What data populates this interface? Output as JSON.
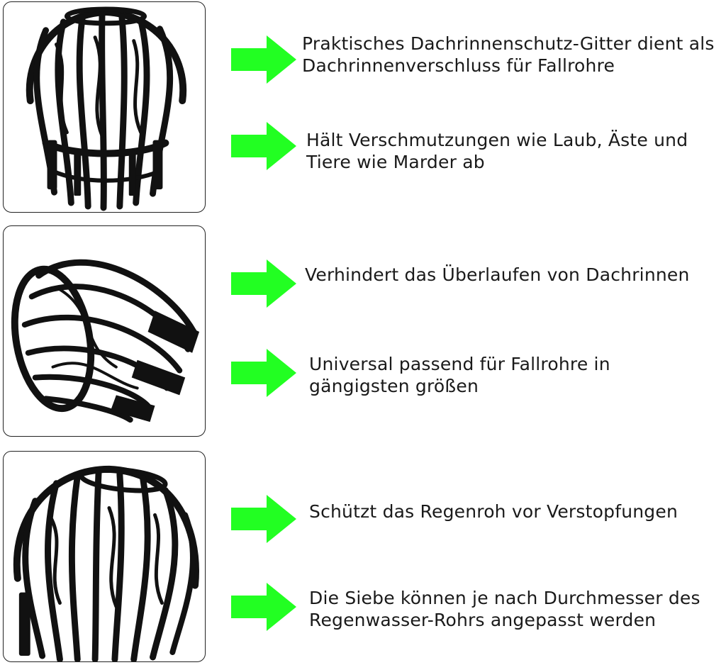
{
  "colors": {
    "arrow": "#22ff22",
    "guard": "#111111",
    "panel_border": "#222222"
  },
  "icons": {
    "arrow": "green-arrow-icon",
    "product": "gutter-guard-basket"
  },
  "sections": [
    {
      "image_view": "top-upright",
      "features": [
        {
          "lines": [
            "Praktisches Dachrinnenschutz-Gitter dient als",
            "Dachrinnenverschluss für Fallrohre"
          ]
        },
        {
          "lines": [
            "Hält Verschmutzungen wie Laub, Äste und",
            "Tiere wie Marder ab"
          ]
        }
      ]
    },
    {
      "image_view": "side-tilted",
      "features": [
        {
          "lines": [
            "Verhindert das Überlaufen von Dachrinnen"
          ]
        },
        {
          "lines": [
            "Universal passend für Fallrohre in",
            "gängigsten größen"
          ]
        }
      ]
    },
    {
      "image_view": "front-angled",
      "features": [
        {
          "lines": [
            "Schützt das Regenroh vor Verstopfungen"
          ]
        },
        {
          "lines": [
            "Die Siebe können je nach Durchmesser des",
            "Regenwasser-Rohrs angepasst werden"
          ]
        }
      ]
    }
  ]
}
